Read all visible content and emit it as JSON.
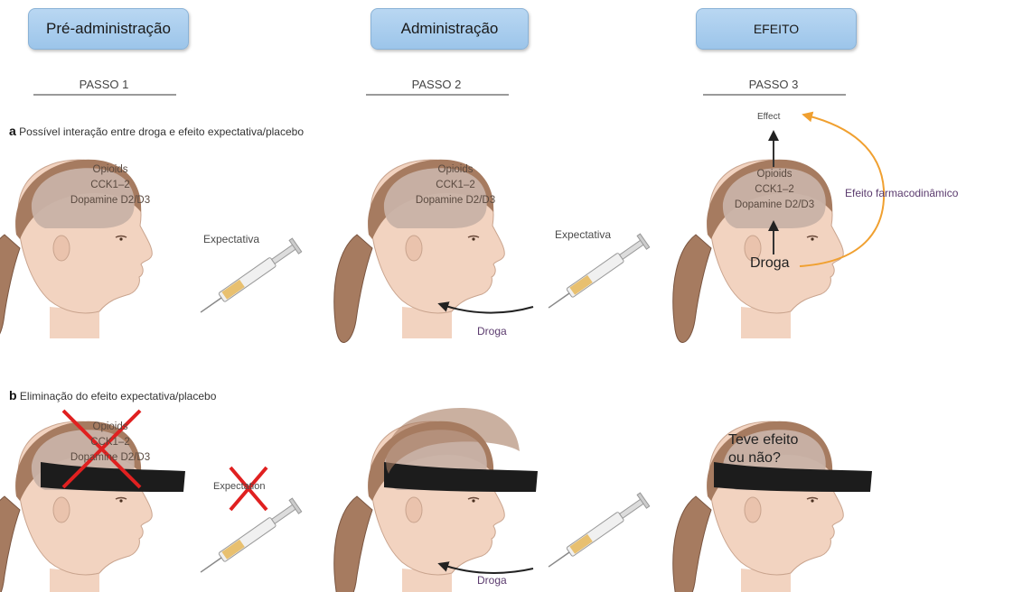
{
  "headers": [
    {
      "box": "Pré-administração",
      "step": "PASSO 1"
    },
    {
      "box": "Administração",
      "step": "PASSO 2"
    },
    {
      "box": "EFEITO",
      "step": "PASSO 3"
    }
  ],
  "section_a": {
    "letter": "a",
    "text": "Possível interação entre droga e efeito expectativa/placebo"
  },
  "section_b": {
    "letter": "b",
    "text": "Eliminação do efeito expectativa/placebo"
  },
  "brain": {
    "line1": "Opioids",
    "line2": "CCK1–2",
    "line3": "Dopamine D2/D3"
  },
  "labels": {
    "expectativa": "Expectativa",
    "droga": "Droga",
    "effect": "Effect",
    "efeito_farmaco": "Efeito farmacodinâmico",
    "expectation": "Expectation",
    "teve_efeito_1": "Teve efeito",
    "teve_efeito_2": "ou não?"
  },
  "colors": {
    "box": "#a9cdef",
    "skin": "#f2d3c0",
    "hair": "#a67b60",
    "brain": "#c8b2a6",
    "arrow_orange": "#f0a030",
    "cross_red": "#e02020",
    "blindfold": "#1c1c1c"
  }
}
